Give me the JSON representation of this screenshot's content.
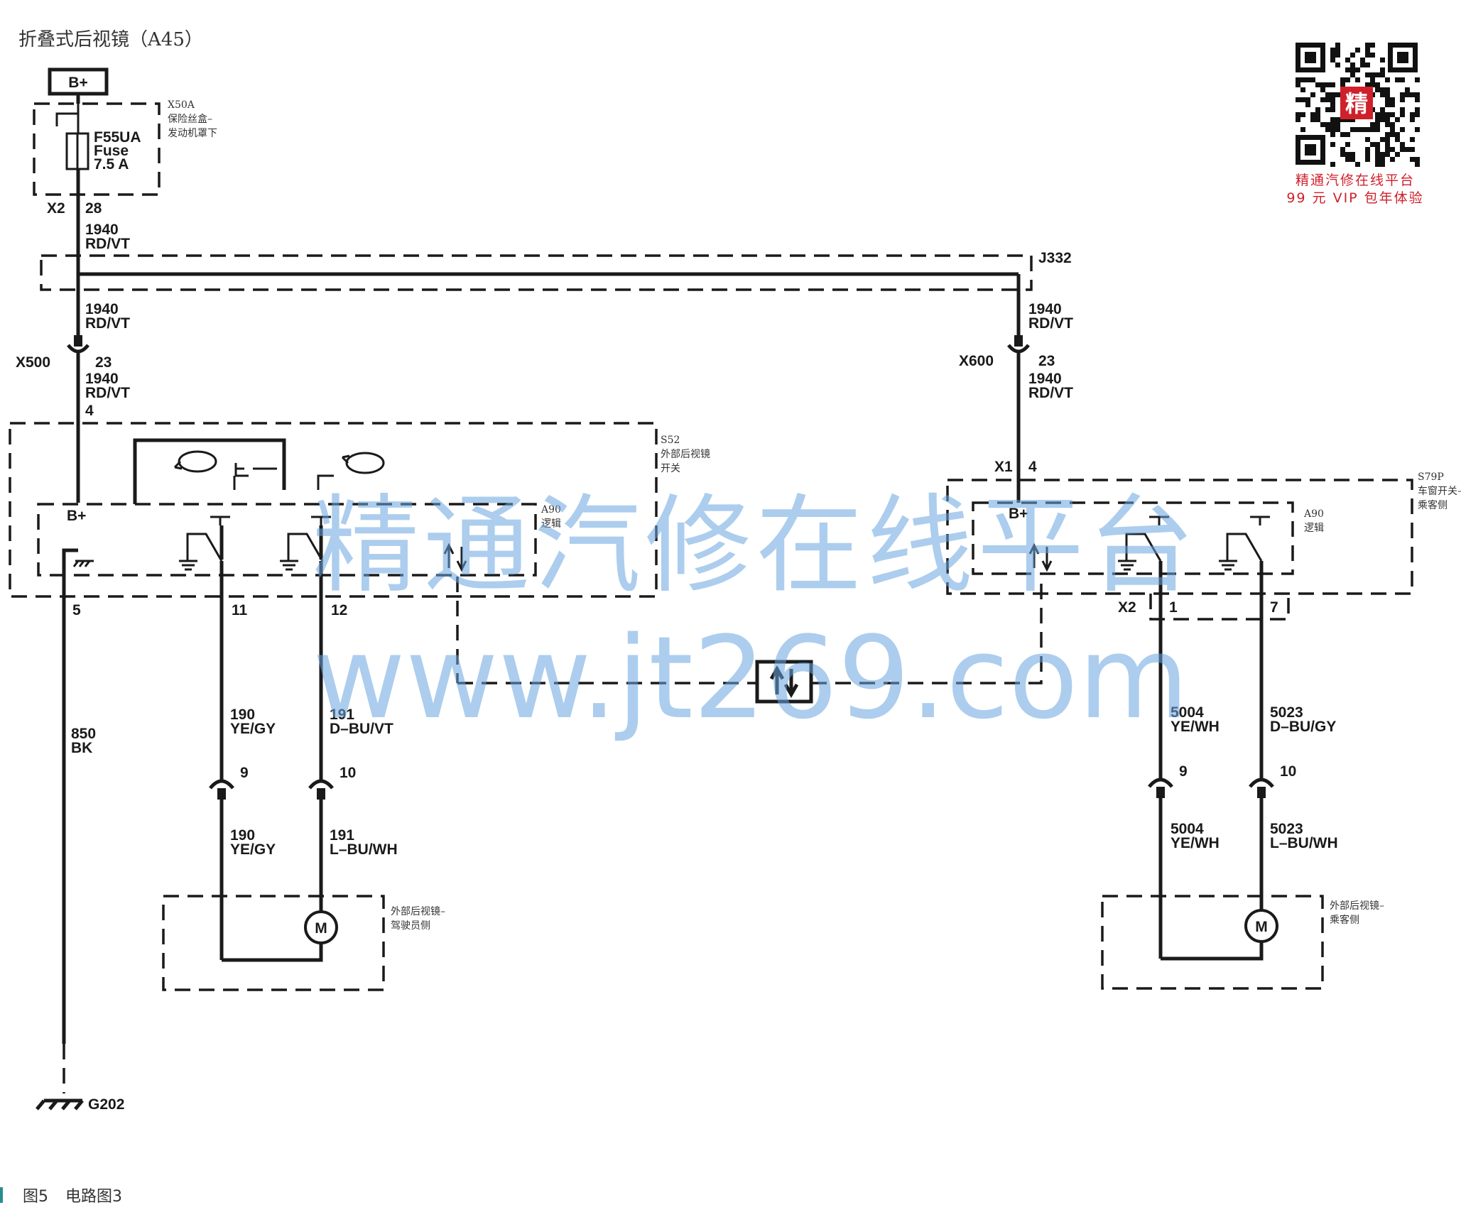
{
  "title": "折叠式后视镜（A45）",
  "caption": {
    "fig": "图5",
    "name": "电路图3"
  },
  "qr": {
    "line1": "精通汽修在线平台",
    "line2": "99 元 VIP 包年体验",
    "center_char": "精"
  },
  "watermark": {
    "line1": "精通汽修在线平台",
    "line2": "www.jt269.com"
  },
  "fuse_box": {
    "power": "B+",
    "ref": "X50A",
    "desc1": "保险丝盒–",
    "desc2": "发动机罩下",
    "fuse_name": "F55UA",
    "fuse_word": "Fuse",
    "fuse_rating": "7.5 A",
    "connector": "X2",
    "pin": "28"
  },
  "splice": {
    "ref": "J332"
  },
  "wires": {
    "w1940": "1940",
    "rdvt": "RD/VT",
    "w850": "850",
    "bk": "BK",
    "w190": "190",
    "yegy": "YE/GY",
    "w191": "191",
    "dbuvt": "D–BU/VT",
    "lbuwh": "L–BU/WH",
    "w5004": "5004",
    "yewh": "YE/WH",
    "w5023": "5023",
    "dbugy": "D–BU/GY"
  },
  "inline": {
    "x500": "X500",
    "x600": "X600",
    "pin23": "23",
    "pin9": "9",
    "pin10": "10"
  },
  "driver_switch": {
    "ref": "S52",
    "desc1": "外部后视镜",
    "desc2": "开关",
    "module_ref": "A90",
    "module_desc": "逻辑",
    "bplus": "B+",
    "pin4": "4",
    "pin5": "5",
    "pin11": "11",
    "pin12": "12"
  },
  "passenger_switch": {
    "ref": "S79P",
    "desc1": "车窗开关–",
    "desc2": "乘客侧",
    "module_ref": "A90",
    "module_desc": "逻辑",
    "bplus": "B+",
    "x1": "X1",
    "pin4": "4",
    "x2": "X2",
    "pin1": "1",
    "pin7": "7"
  },
  "driver_mirror": {
    "desc1": "外部后视镜–",
    "desc2": "驾驶员侧",
    "motor": "M"
  },
  "passenger_mirror": {
    "desc1": "外部后视镜–",
    "desc2": "乘客侧",
    "motor": "M"
  },
  "ground": {
    "ref": "G202"
  }
}
